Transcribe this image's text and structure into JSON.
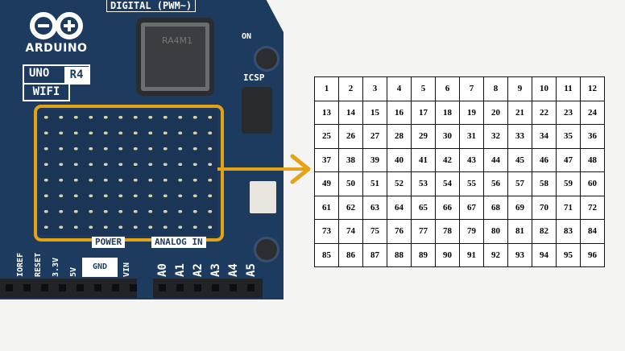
{
  "board": {
    "brand": "ARDUINO",
    "model": "UNO",
    "revision": "R4",
    "variant": "WIFI",
    "digital_label": "DIGITAL (PWM~)",
    "chip_marking": "RA4M1",
    "on_label": "ON",
    "icsp_label": "ICSP",
    "power_label": "POWER",
    "analog_label": "ANALOG IN",
    "power_pins": [
      "IOREF",
      "RESET",
      "3.3V",
      "5V",
      "GND",
      "VIN"
    ],
    "analog_pins": [
      "A0",
      "A1",
      "A2",
      "A3",
      "A4",
      "A5"
    ]
  },
  "colors": {
    "highlight": "#e6a217",
    "pcb": "#1d3b5f"
  },
  "led_grid": {
    "columns": 12,
    "rows": 8,
    "cells": [
      1,
      2,
      3,
      4,
      5,
      6,
      7,
      8,
      9,
      10,
      11,
      12,
      13,
      14,
      15,
      16,
      17,
      18,
      19,
      20,
      21,
      22,
      23,
      24,
      25,
      26,
      27,
      28,
      29,
      30,
      31,
      32,
      33,
      34,
      35,
      36,
      37,
      38,
      39,
      40,
      41,
      42,
      43,
      44,
      45,
      46,
      47,
      48,
      49,
      50,
      51,
      52,
      53,
      54,
      55,
      56,
      57,
      58,
      59,
      60,
      61,
      62,
      63,
      64,
      65,
      66,
      67,
      68,
      69,
      70,
      71,
      72,
      73,
      74,
      75,
      76,
      77,
      78,
      79,
      80,
      81,
      82,
      83,
      84,
      85,
      86,
      87,
      88,
      89,
      90,
      91,
      92,
      93,
      94,
      95,
      96
    ]
  }
}
